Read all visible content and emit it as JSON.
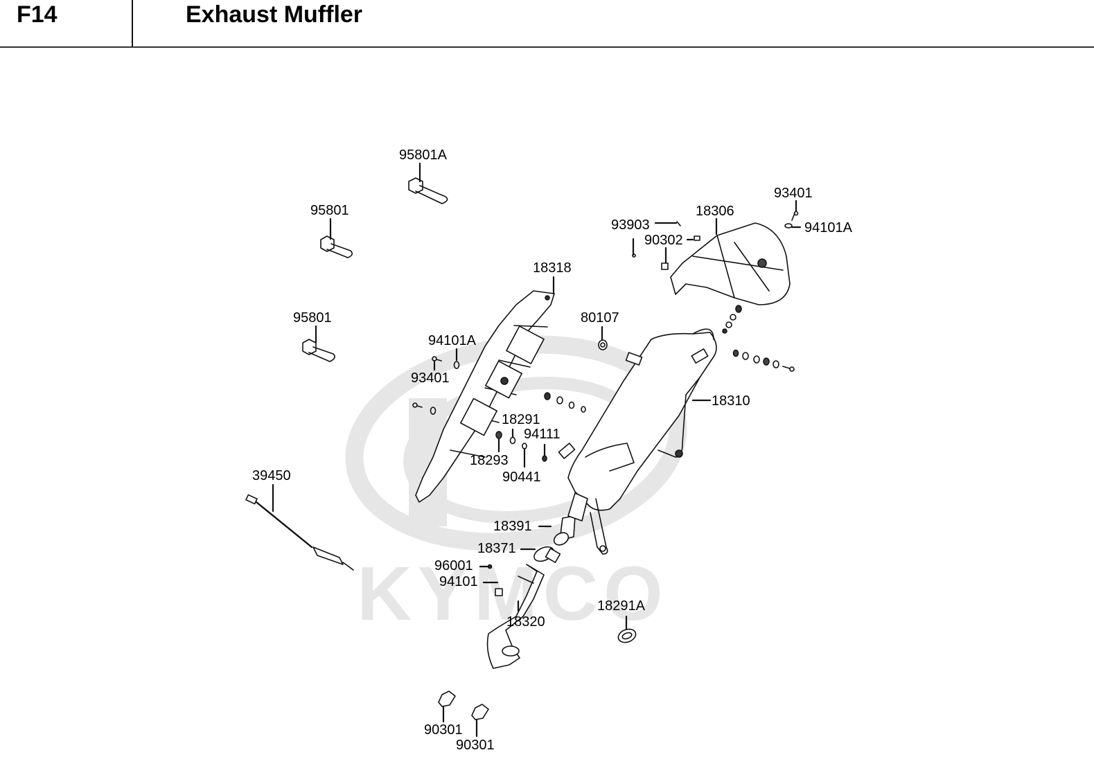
{
  "header": {
    "code": "F14",
    "title": "Exhaust Muffler"
  },
  "watermark": {
    "brand_text": "KYMCO",
    "color": "#e6e6e6"
  },
  "colors": {
    "line": "#111111",
    "watermark": "#e6e6e6"
  },
  "parts": [
    {
      "id": "95801A",
      "label": "95801A",
      "part": "flange bolt"
    },
    {
      "id": "95801-upper",
      "label": "95801",
      "part": "flange bolt"
    },
    {
      "id": "95801-lower",
      "label": "95801",
      "part": "flange bolt"
    },
    {
      "id": "18318",
      "label": "18318",
      "part": "muffler heat guard"
    },
    {
      "id": "94101A-left",
      "label": "94101A",
      "part": "washer"
    },
    {
      "id": "93401-left",
      "label": "93401",
      "part": "bolt"
    },
    {
      "id": "80107",
      "label": "80107",
      "part": "collar"
    },
    {
      "id": "93903",
      "label": "93903",
      "part": "screw"
    },
    {
      "id": "90302",
      "label": "90302",
      "part": "speed nut"
    },
    {
      "id": "18306",
      "label": "18306",
      "part": "muffler end cover"
    },
    {
      "id": "93401-right",
      "label": "93401",
      "part": "bolt"
    },
    {
      "id": "94101A-right",
      "label": "94101A",
      "part": "washer"
    },
    {
      "id": "18310",
      "label": "18310",
      "part": "muffler comp"
    },
    {
      "id": "18291",
      "label": "18291",
      "part": "gasket"
    },
    {
      "id": "94111",
      "label": "94111",
      "part": "nut"
    },
    {
      "id": "18293",
      "label": "18293",
      "part": "collar"
    },
    {
      "id": "90441",
      "label": "90441",
      "part": "washer"
    },
    {
      "id": "39450",
      "label": "39450",
      "part": "oxygen sensor"
    },
    {
      "id": "18391",
      "label": "18391",
      "part": "gasket"
    },
    {
      "id": "18371",
      "label": "18371",
      "part": "clamp"
    },
    {
      "id": "96001",
      "label": "96001",
      "part": "bolt"
    },
    {
      "id": "94101",
      "label": "94101",
      "part": "washer"
    },
    {
      "id": "18320",
      "label": "18320",
      "part": "exhaust pipe"
    },
    {
      "id": "18291A",
      "label": "18291A",
      "part": "gasket"
    },
    {
      "id": "90301-left",
      "label": "90301",
      "part": "nut"
    },
    {
      "id": "90301-right",
      "label": "90301",
      "part": "nut"
    }
  ]
}
